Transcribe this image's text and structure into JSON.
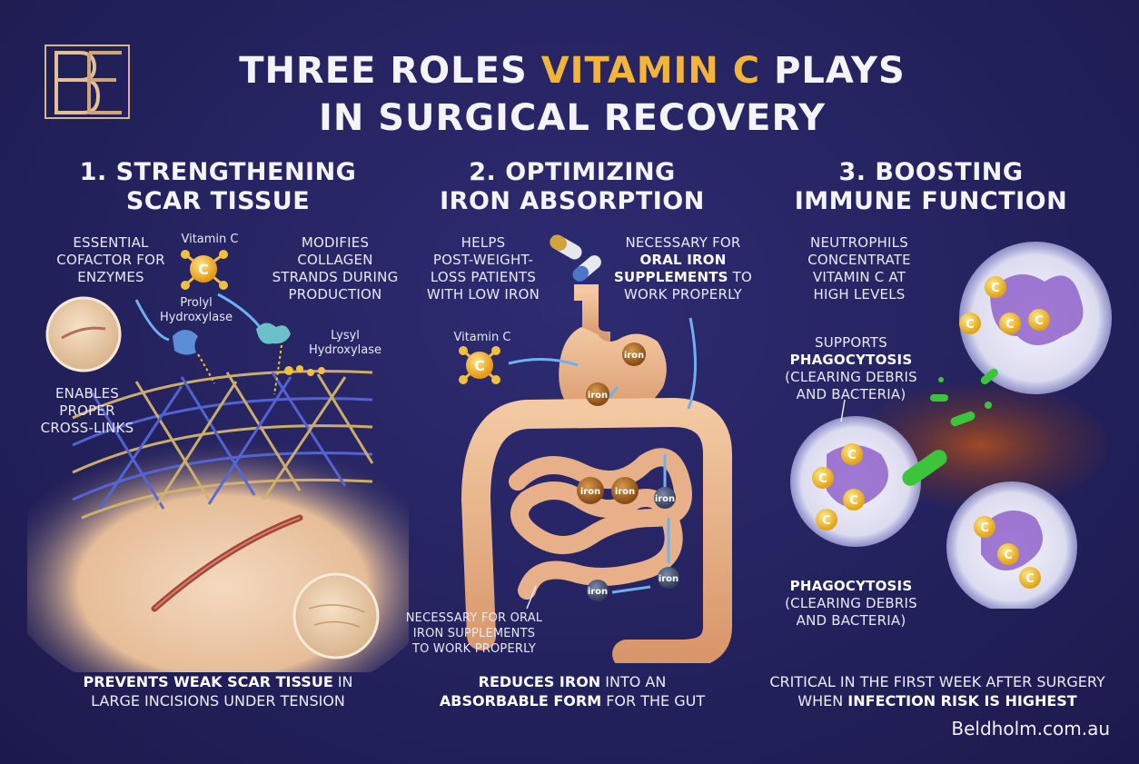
{
  "header": {
    "title_part1": "THREE ROLES ",
    "title_highlight": "VITAMIN C",
    "title_part2": " PLAYS",
    "title_line2": "IN SURGICAL RECOVERY"
  },
  "col1": {
    "heading_line1": "1. STRENGTHENING",
    "heading_line2": "SCAR TISSUE",
    "label_cofactor_1": "ESSENTIAL",
    "label_cofactor_2": "COFACTOR FOR",
    "label_cofactor_3": "ENZYMES",
    "vitamin_c_label": "Vitamin C",
    "label_modifies_1": "MODIFIES",
    "label_modifies_2": "COLLAGEN",
    "label_modifies_3": "STRANDS DURING",
    "label_modifies_4": "PRODUCTION",
    "prolyl_1": "Prolyl",
    "prolyl_2": "Hydroxylase",
    "lysyl_1": "Lysyl",
    "lysyl_2": "Hydroxylase",
    "cross_1": "ENABLES",
    "cross_2": "PROPER",
    "cross_3": "CROSS-LINKS",
    "footer_bold": "PREVENTS WEAK SCAR TISSUE",
    "footer_rest1": " IN",
    "footer_line2": "LARGE INCISIONS UNDER TENSION"
  },
  "col2": {
    "heading_line1": "2. OPTIMIZING",
    "heading_line2": "IRON ABSORPTION",
    "helps_1": "HELPS",
    "helps_2": "POST-WEIGHT-",
    "helps_3": "LOSS PATIENTS",
    "helps_4": "WITH LOW IRON",
    "nec_top_1": "NECESSARY FOR",
    "nec_top_2": "ORAL IRON",
    "nec_top_3": "SUPPLEMENTS",
    "nec_top_3b": " TO",
    "nec_top_4": "WORK PROPERLY",
    "vitamin_c_label": "Vitamin C",
    "iron_label": "iron",
    "nec_bot_1": "NECESSARY FOR ORAL",
    "nec_bot_2": "IRON SUPPLEMENTS",
    "nec_bot_3": "TO WORK PROPERLY",
    "footer_bold1": "REDUCES IRON",
    "footer_rest1": " INTO AN",
    "footer_bold2": "ABSORBABLE FORM",
    "footer_rest2": " FOR THE GUT"
  },
  "col3": {
    "heading_line1": "3. BOOSTING",
    "heading_line2": "IMMUNE FUNCTION",
    "neut_1": "NEUTROPHILS",
    "neut_2": "CONCENTRATE",
    "neut_3": "VITAMIN C AT",
    "neut_4": "HIGH LEVELS",
    "sup_1": "SUPPORTS",
    "sup_2": "PHAGOCYTOSIS",
    "sup_3": "(CLEARING DEBRIS",
    "sup_4": "AND BACTERIA)",
    "phago_1": "PHAGOCYTOSIS",
    "phago_2": "(CLEARING DEBRIS",
    "phago_3": "AND BACTERIA)",
    "c_label": "C",
    "footer_line1": "CRITICAL IN THE FIRST WEEK AFTER SURGERY",
    "footer_rest2": "WHEN ",
    "footer_bold2": "INFECTION RISK IS HIGHEST"
  },
  "site": "Beldholm.com.au"
}
